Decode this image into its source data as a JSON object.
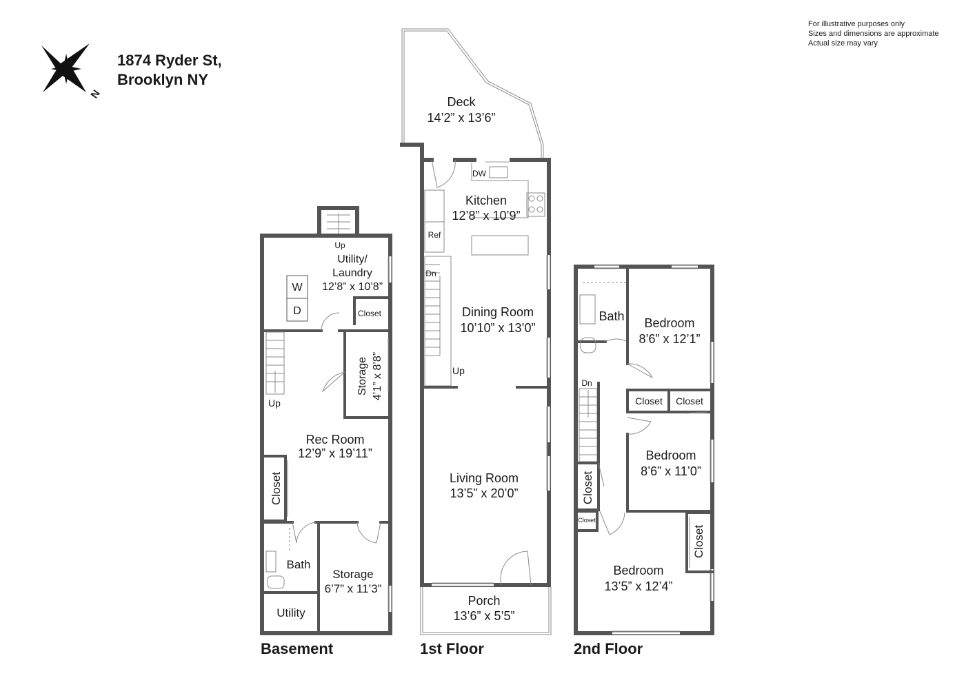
{
  "address": {
    "line1": "1874 Ryder St,",
    "line2": "Brooklyn NY"
  },
  "compass": {
    "letter": "N"
  },
  "disclaimer": [
    "For illustrative purposes only",
    "Sizes and dimensions are approximate",
    "Actual size may vary"
  ],
  "floors": {
    "basement": {
      "name": "Basement",
      "utility_laundry": {
        "name_line1": "Utility/",
        "name_line2": "Laundry",
        "dims": "12’8” x 10’8”"
      },
      "washer": "W",
      "dryer": "D",
      "closet_top": "Closet",
      "storage_small": {
        "name": "Storage",
        "dims": "4’1” x 8’8”"
      },
      "rec_room": {
        "name": "Rec Room",
        "dims": "12’9” x 19’11”"
      },
      "closet_left": "Closet",
      "bath": "Bath",
      "storage_large": {
        "name": "Storage",
        "dims": "6’7” x 11’3”"
      },
      "utility": "Utility",
      "stair_up_top": "Up",
      "stair_up_rec": "Up"
    },
    "first": {
      "name": "1st Floor",
      "deck": {
        "name": "Deck",
        "dims": "14’2” x 13’6”"
      },
      "kitchen": {
        "name": "Kitchen",
        "dims": "12’8” x 10’9”"
      },
      "dw": "DW",
      "ref": "Ref",
      "dining": {
        "name": "Dining Room",
        "dims": "10’10” x 13’0”"
      },
      "stair_dn": "Dn",
      "stair_up": "Up",
      "living": {
        "name": "Living Room",
        "dims": "13’5” x 20’0”"
      },
      "porch": {
        "name": "Porch",
        "dims": "13’6” x 5’5”"
      }
    },
    "second": {
      "name": "2nd Floor",
      "bath": "Bath",
      "bedroom1": {
        "name": "Bedroom",
        "dims": "8’6” x 12’1”"
      },
      "closet_a": "Closet",
      "closet_b": "Closet",
      "bedroom2": {
        "name": "Bedroom",
        "dims": "8’6” x 11’0”"
      },
      "closet_hall": "Closet",
      "closet_tiny": "Closet",
      "closet_right": "Closet",
      "bedroom3": {
        "name": "Bedroom",
        "dims": "13’5” x 12’4”"
      },
      "stair_dn": "Dn"
    }
  },
  "colors": {
    "wall": "#545454",
    "text": "#1a1a1a",
    "background": "#ffffff"
  }
}
